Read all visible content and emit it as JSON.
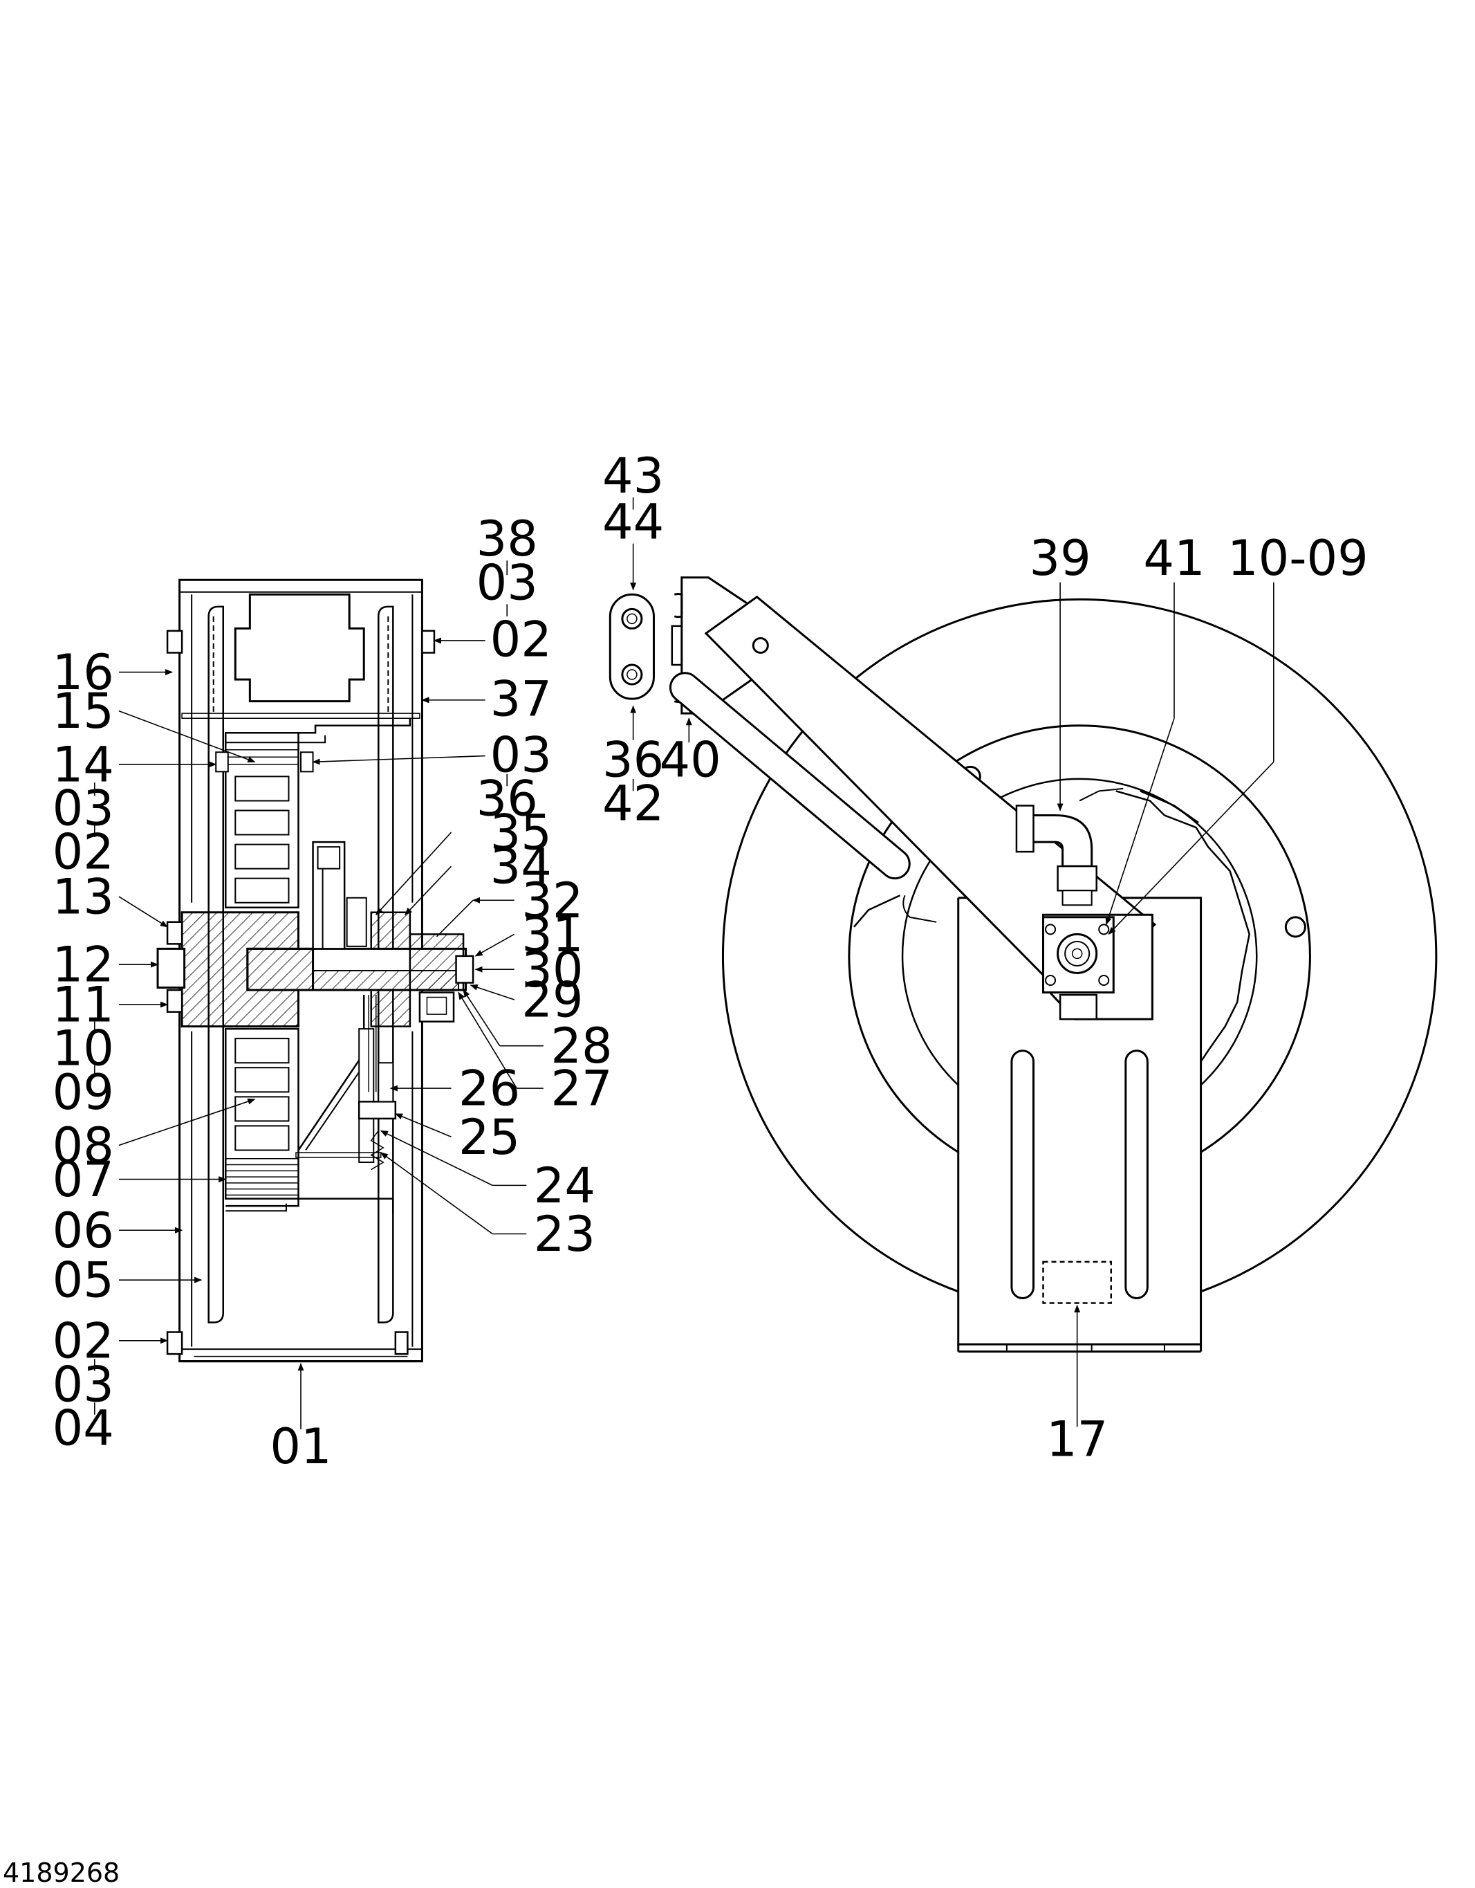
{
  "document_id": "4189268",
  "left_view": {
    "left_labels": {
      "l16": "16",
      "l15": "15",
      "l14": "14",
      "l14a": "03",
      "l14b": "02",
      "l13": "13",
      "l12": "12",
      "l11": "11",
      "l11a": "10",
      "l11b": "09",
      "l08": "08",
      "l07": "07",
      "l06": "06",
      "l05": "05",
      "l02": "02",
      "l02a": "03",
      "l02b": "04",
      "l01": "01"
    },
    "right_labels": {
      "r38": "38",
      "r38a": "03",
      "r38b": "02",
      "r37": "37",
      "r03": "03",
      "r03a": "36",
      "r35": "35",
      "r34": "34",
      "r32": "32",
      "r31": "31",
      "r30": "30",
      "r29": "29",
      "r28": "28",
      "r27": "27",
      "r26": "26",
      "r25": "25",
      "r24": "24",
      "r23": "23"
    }
  },
  "middle_view": {
    "top1": "43",
    "top2": "44",
    "bot1": "36",
    "bot2": "42",
    "side": "40"
  },
  "right_view": {
    "l39": "39",
    "l41": "41",
    "l1009": "10-09",
    "l17": "17"
  }
}
